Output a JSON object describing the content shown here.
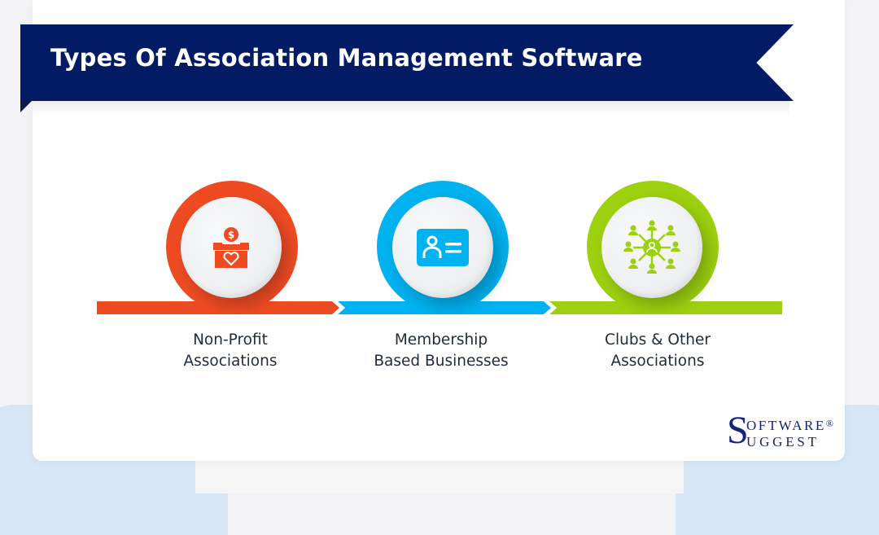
{
  "banner": {
    "title": "Types Of Association Management Software",
    "color": "#031a64"
  },
  "items": [
    {
      "label_line1": "Non-Profit",
      "label_line2": "Associations",
      "icon": "donation-box-heart-icon",
      "color": "#ef4b23"
    },
    {
      "label_line1": "Membership",
      "label_line2": "Based Businesses",
      "icon": "id-card-icon",
      "color": "#00b2f0"
    },
    {
      "label_line1": "Clubs & Other",
      "label_line2": "Associations",
      "icon": "people-network-icon",
      "color": "#9dd10f"
    }
  ],
  "logo": {
    "initial": "S",
    "line1": "OFTWARE",
    "line2": "UGGEST",
    "registered": "®"
  }
}
